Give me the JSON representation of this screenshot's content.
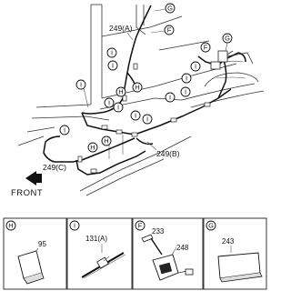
{
  "labels": {
    "harness_a": "249(A)",
    "harness_b": "249(B)",
    "harness_c": "249(C)",
    "front": "FRONT"
  },
  "callout_letters": {
    "H": "H",
    "I": "I",
    "F": "F",
    "G": "G"
  },
  "panels": [
    {
      "letter": "H",
      "parts": [
        "95"
      ]
    },
    {
      "letter": "I",
      "parts": [
        "131(A)"
      ]
    },
    {
      "letter": "F",
      "parts": [
        "233",
        "248"
      ]
    },
    {
      "letter": "G",
      "parts": [
        "243"
      ]
    }
  ]
}
